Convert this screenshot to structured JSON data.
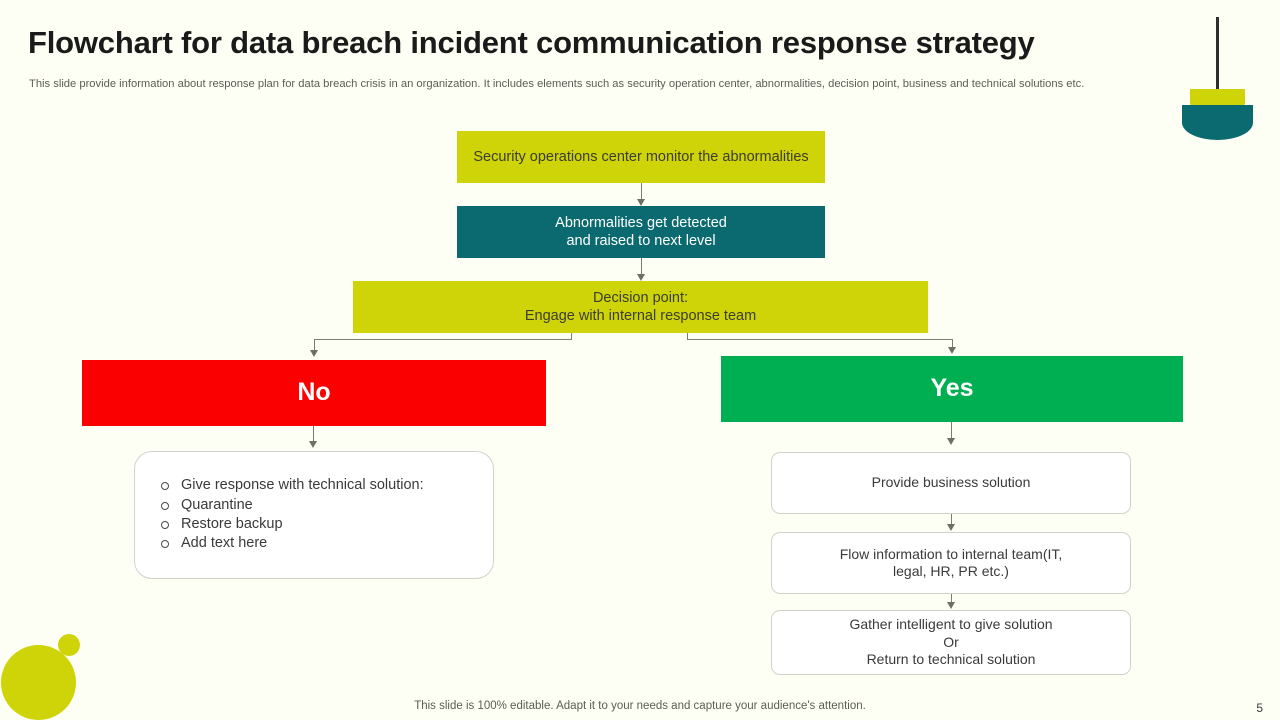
{
  "header": {
    "title": "Flowchart for data breach incident communication response strategy",
    "subtitle": "This slide provide information about response plan for data breach crisis in an organization. It includes elements such as security operation center, abnormalities, decision point, business and technical solutions etc."
  },
  "flow": {
    "security_operations": "Security operations center monitor the abnormalities",
    "abnormalities_line1": "Abnormalities get detected",
    "abnormalities_line2": "and raised to next level",
    "decision_line1": "Decision point:",
    "decision_line2": "Engage with internal response team",
    "branch_no": "No",
    "branch_yes": "Yes",
    "technical_items": [
      "Give response with technical solution:",
      "Quarantine",
      "Restore backup",
      "Add text here"
    ],
    "business_solution": "Provide business solution",
    "flow_information_line1": "Flow information to internal team(IT,",
    "flow_information_line2": "legal, HR, PR etc.)",
    "gather_line1": "Gather intelligent to give solution",
    "gather_line2": "Or",
    "gather_line3": "Return to technical solution"
  },
  "footer": {
    "note": "This slide is 100% editable. Adapt it to your needs and capture your audience's attention.",
    "page_number": "5"
  },
  "colors": {
    "background": "#FEFFF4",
    "yellow": "#CED408",
    "teal": "#0A6A70",
    "red": "#FB0000",
    "green": "#00AF51",
    "connector": "#7C7C76",
    "box_border": "#D2D2CC"
  }
}
